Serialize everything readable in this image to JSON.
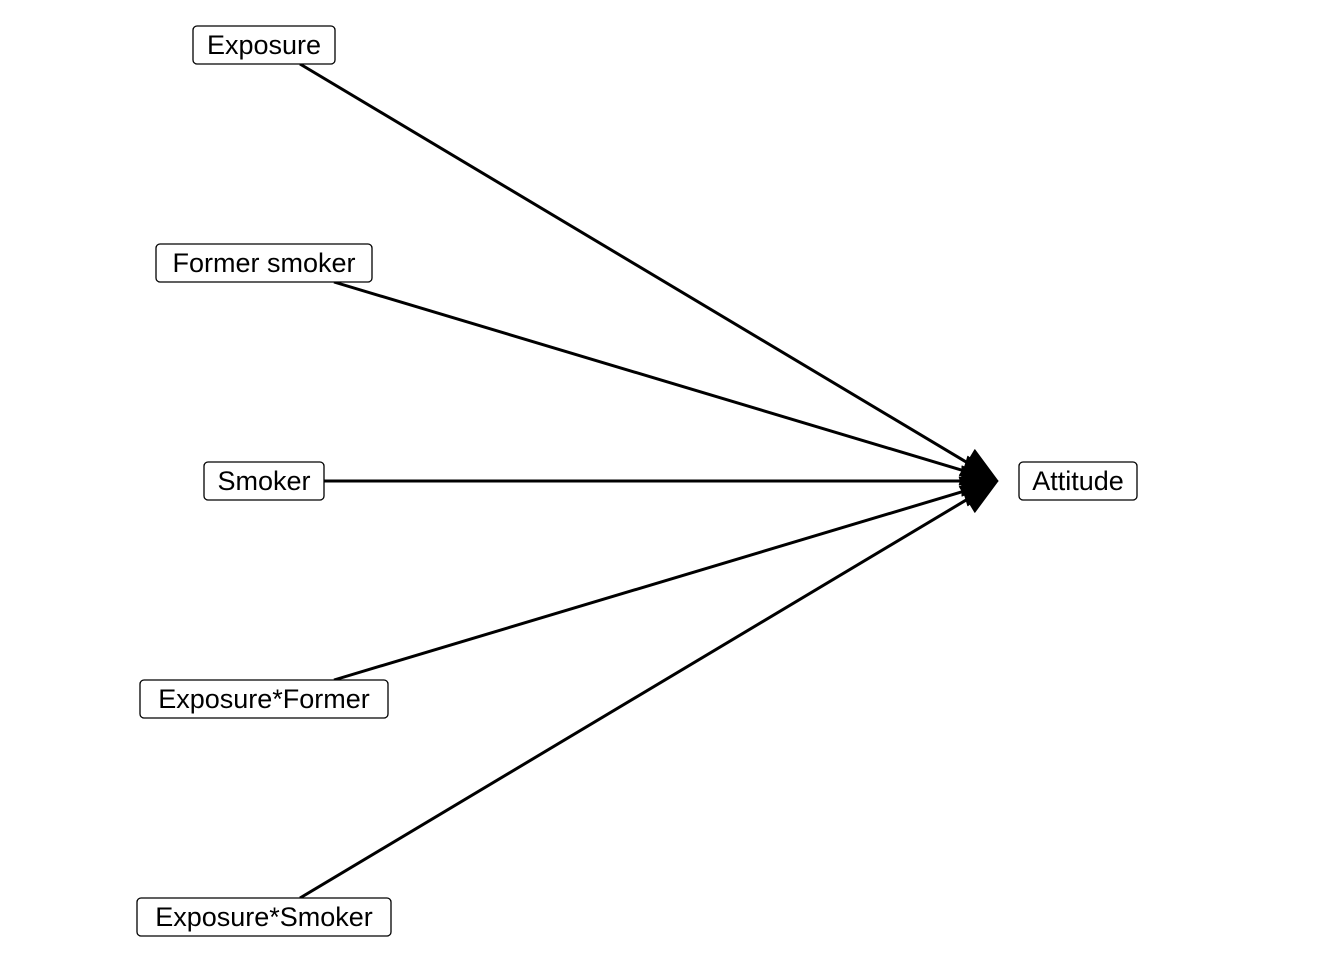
{
  "diagram": {
    "nodes": [
      {
        "id": "exposure",
        "label": "Exposure"
      },
      {
        "id": "former",
        "label": "Former smoker"
      },
      {
        "id": "smoker",
        "label": "Smoker"
      },
      {
        "id": "exp_former",
        "label": "Exposure*Former"
      },
      {
        "id": "exp_smoker",
        "label": "Exposure*Smoker"
      },
      {
        "id": "attitude",
        "label": "Attitude"
      }
    ],
    "edges": [
      {
        "from": "exposure",
        "to": "attitude"
      },
      {
        "from": "former",
        "to": "attitude"
      },
      {
        "from": "smoker",
        "to": "attitude"
      },
      {
        "from": "exp_former",
        "to": "attitude"
      },
      {
        "from": "exp_smoker",
        "to": "attitude"
      }
    ]
  }
}
